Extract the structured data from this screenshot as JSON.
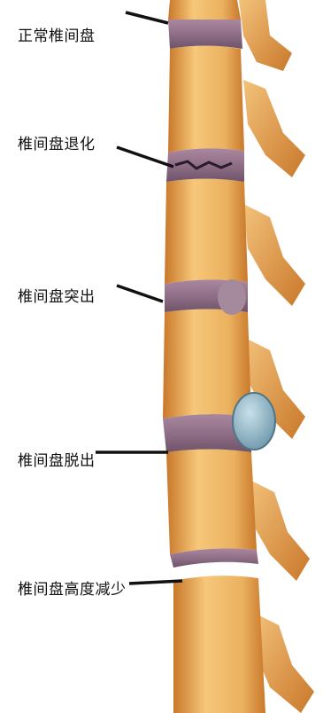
{
  "labels": {
    "normal": "正常椎间盘",
    "degeneration": "椎间盘退化",
    "protrusion": "椎间盘突出",
    "prolapse": "椎间盘脱出",
    "height_loss": "椎间盘高度减少"
  },
  "colors": {
    "bone_light": "#f6c77a",
    "bone_mid": "#e7a24b",
    "bone_dark": "#c9782a",
    "disc": "#8f6f87",
    "disc_dark": "#6e5369",
    "herniation": "#8fb3c3",
    "pointer": "#111111"
  }
}
